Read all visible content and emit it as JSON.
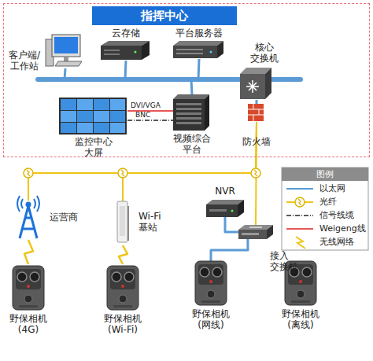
{
  "diagram": {
    "nodes": [
      {
        "text": [
          "指挥中心"
        ]
      },
      {
        "text": [
          "客户端/ 工作站"
        ],
        "in": 0
      },
      {
        "text": [
          "云存储"
        ],
        "in": 0
      },
      {
        "text": [
          "平台服务器"
        ],
        "in": 0
      },
      {
        "text": [
          "核心 交换机"
        ],
        "in": 0
      },
      {
        "text": [
          "监控中心 大屏"
        ],
        "in": 0
      },
      {
        "text": [
          "视频综合 平台"
        ],
        "in": 0
      },
      {
        "text": [
          "防火墙"
        ],
        "in": 0
      },
      {
        "text": [
          "运营商"
        ]
      },
      {
        "text": [
          "Wi-Fi 基站"
        ]
      },
      {
        "text": [
          "NVR"
        ]
      },
      {
        "text": [
          "接入 交换机"
        ]
      },
      {
        "text": [
          "野保相机 (4G)"
        ]
      },
      {
        "text": [
          "野保相机 (Wi-Fi)"
        ]
      },
      {
        "text": [
          "野保相机 (网线)"
        ]
      },
      {
        "text": [
          "野保相机 (离线)"
        ]
      }
    ],
    "edges": [
      {
        "from": 1,
        "to": 4,
        "arrow": "none"
      },
      {
        "from": 2,
        "to": 4,
        "arrow": "none"
      },
      {
        "from": 3,
        "to": 4,
        "arrow": "none"
      },
      {
        "from": 6,
        "to": 4,
        "arrow": "none"
      },
      {
        "from": 4,
        "to": 7,
        "arrow": "none"
      },
      {
        "from": 5,
        "to": 6,
        "label": "DVI/VGA",
        "arrow": "none"
      },
      {
        "from": 5,
        "to": 6,
        "label": "BNC",
        "arrow": "none"
      },
      {
        "from": 7,
        "to": 8,
        "arrow": "none"
      },
      {
        "from": 7,
        "to": 9,
        "arrow": "none"
      },
      {
        "from": 7,
        "to": 11,
        "arrow": "none"
      },
      {
        "from": 8,
        "to": 12,
        "arrow": "none"
      },
      {
        "from": 9,
        "to": 13,
        "arrow": "none"
      },
      {
        "from": 10,
        "to": 11,
        "arrow": "none"
      },
      {
        "from": 11,
        "to": 14,
        "arrow": "none"
      }
    ],
    "labels": [
      "图例"
    ],
    "legend": [
      {
        "text": "以太网"
      },
      {
        "text": "光纤"
      },
      {
        "text": "信号线缆"
      },
      {
        "text": "Weigeng线"
      },
      {
        "text": "无线网络"
      }
    ]
  }
}
